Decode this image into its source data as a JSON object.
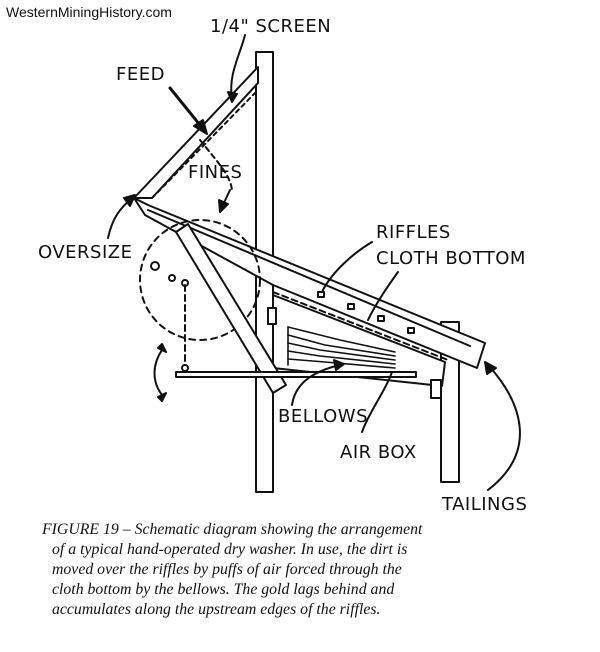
{
  "watermark": "WesternMiningHistory.com",
  "labels": {
    "screen": "1/4\" SCREEN",
    "feed": "FEED",
    "fines": "FINES",
    "oversize": "OVERSIZE",
    "riffles": "RIFFLES",
    "cloth_bottom": "CLOTH BOTTOM",
    "bellows": "BELLOWS",
    "air_box": "AIR BOX",
    "tailings": "TAILINGS"
  },
  "caption": {
    "lines": [
      "FIGURE 19 – Schematic diagram showing the arrangement",
      "of a typical hand-operated dry washer. In use, the dirt is",
      "moved over the riffles by puffs of air forced through the",
      "cloth bottom by the bellows. The gold lags behind and",
      "accumulates along the upstream edges of the riffles."
    ]
  }
}
